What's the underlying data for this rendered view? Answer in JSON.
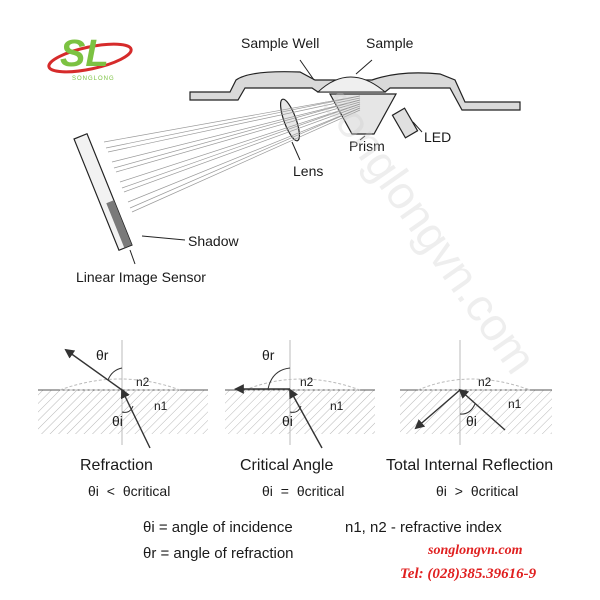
{
  "logo": {
    "text": "SL",
    "subtext": "SONGLONG"
  },
  "top_diagram": {
    "labels": {
      "sample_well": "Sample Well",
      "sample": "Sample",
      "led": "LED",
      "lens": "Lens",
      "prism": "Prism",
      "shadow": "Shadow",
      "sensor": "Linear Image Sensor"
    }
  },
  "panels": [
    {
      "title": "Refraction",
      "theta_r": "θr",
      "theta_i": "θi",
      "n2": "n2",
      "n1": "n1",
      "condition_lhs": "θi",
      "condition_op": "<",
      "condition_rhs": "θcritical"
    },
    {
      "title": "Critical Angle",
      "theta_r": "θr",
      "theta_i": "θi",
      "n2": "n2",
      "n1": "n1",
      "condition_lhs": "θi",
      "condition_op": "=",
      "condition_rhs": "θcritical"
    },
    {
      "title": "Total Internal Reflection",
      "theta_i": "θi",
      "n2": "n2",
      "n1": "n1",
      "condition_lhs": "θi",
      "condition_op": ">",
      "condition_rhs": "θcritical"
    }
  ],
  "legend": {
    "incidence": "θi = angle of incidence",
    "refraction": "θr = angle of refraction",
    "index": "n1, n2 - refractive index"
  },
  "contact": {
    "website": "songlongvn.com",
    "phone": "Tel: (028)385.39616-9"
  },
  "watermark": "songlongvn.com",
  "colors": {
    "logo_green": "#7cc242",
    "logo_red": "#d62b2b",
    "contact_red": "#e02020",
    "gray": "#c7c7c7"
  }
}
